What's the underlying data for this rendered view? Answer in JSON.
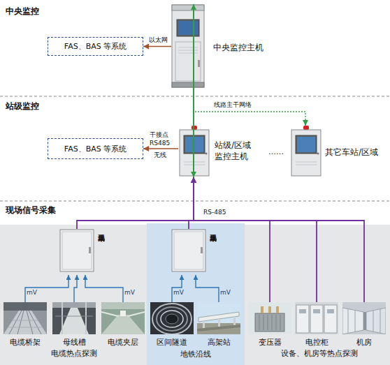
{
  "diagram": {
    "nodes": [
      {
        "text": [
          "FAS、BAS 等系统"
        ]
      },
      {
        "text": [
          "中央监控主机"
        ]
      },
      {
        "text": [
          "FAS、BAS 等系统"
        ]
      },
      {
        "text": [
          "站级/区域 监控主机"
        ]
      },
      {
        "text": [
          "其它车站/区域"
        ]
      },
      {
        "text": [
          "现场采集单元"
        ]
      },
      {
        "text": [
          "地铁沿线"
        ]
      },
      {
        "text": [
          "现场采集单元"
        ],
        "in": 6
      },
      {
        "text": [
          "电缆桥架"
        ]
      },
      {
        "text": [
          "母线槽"
        ]
      },
      {
        "text": [
          "电缆夹层"
        ]
      },
      {
        "text": [
          "区间隧道"
        ],
        "in": 6
      },
      {
        "text": [
          "高架站"
        ],
        "in": 6
      },
      {
        "text": [
          "变压器"
        ]
      },
      {
        "text": [
          "电控柜"
        ]
      },
      {
        "text": [
          "机房"
        ]
      }
    ],
    "edges": [
      {
        "from": 1,
        "to": 0,
        "arrow": "to",
        "label": "以太网"
      },
      {
        "from": 3,
        "to": 1,
        "arrow": "both"
      },
      {
        "from": 1,
        "to": 4,
        "arrow": "to",
        "label": "线路主干网络"
      },
      {
        "from": 3,
        "to": 2,
        "arrow": "to",
        "label": "RS485"
      },
      {
        "from": 5,
        "to": 3,
        "arrow": "to",
        "label": "RS-485"
      },
      {
        "from": 7,
        "to": 3,
        "arrow": "to"
      },
      {
        "from": 13,
        "to": 3,
        "arrow": "to"
      },
      {
        "from": 14,
        "to": 3,
        "arrow": "to"
      },
      {
        "from": 15,
        "to": 3,
        "arrow": "to"
      },
      {
        "from": 8,
        "to": 5,
        "arrow": "to",
        "label": "mV"
      },
      {
        "from": 9,
        "to": 5,
        "arrow": "to"
      },
      {
        "from": 10,
        "to": 5,
        "arrow": "to",
        "label": "mV"
      },
      {
        "from": 11,
        "to": 7,
        "arrow": "to",
        "label": "mV"
      },
      {
        "from": 12,
        "to": 7,
        "arrow": "to",
        "label": "mV"
      }
    ],
    "labels": [
      "中央监控",
      "站级监控",
      "现场信号采集",
      "干接点",
      "无线",
      "……",
      "电缆热点探测",
      "设备、机房等热点探测"
    ]
  }
}
